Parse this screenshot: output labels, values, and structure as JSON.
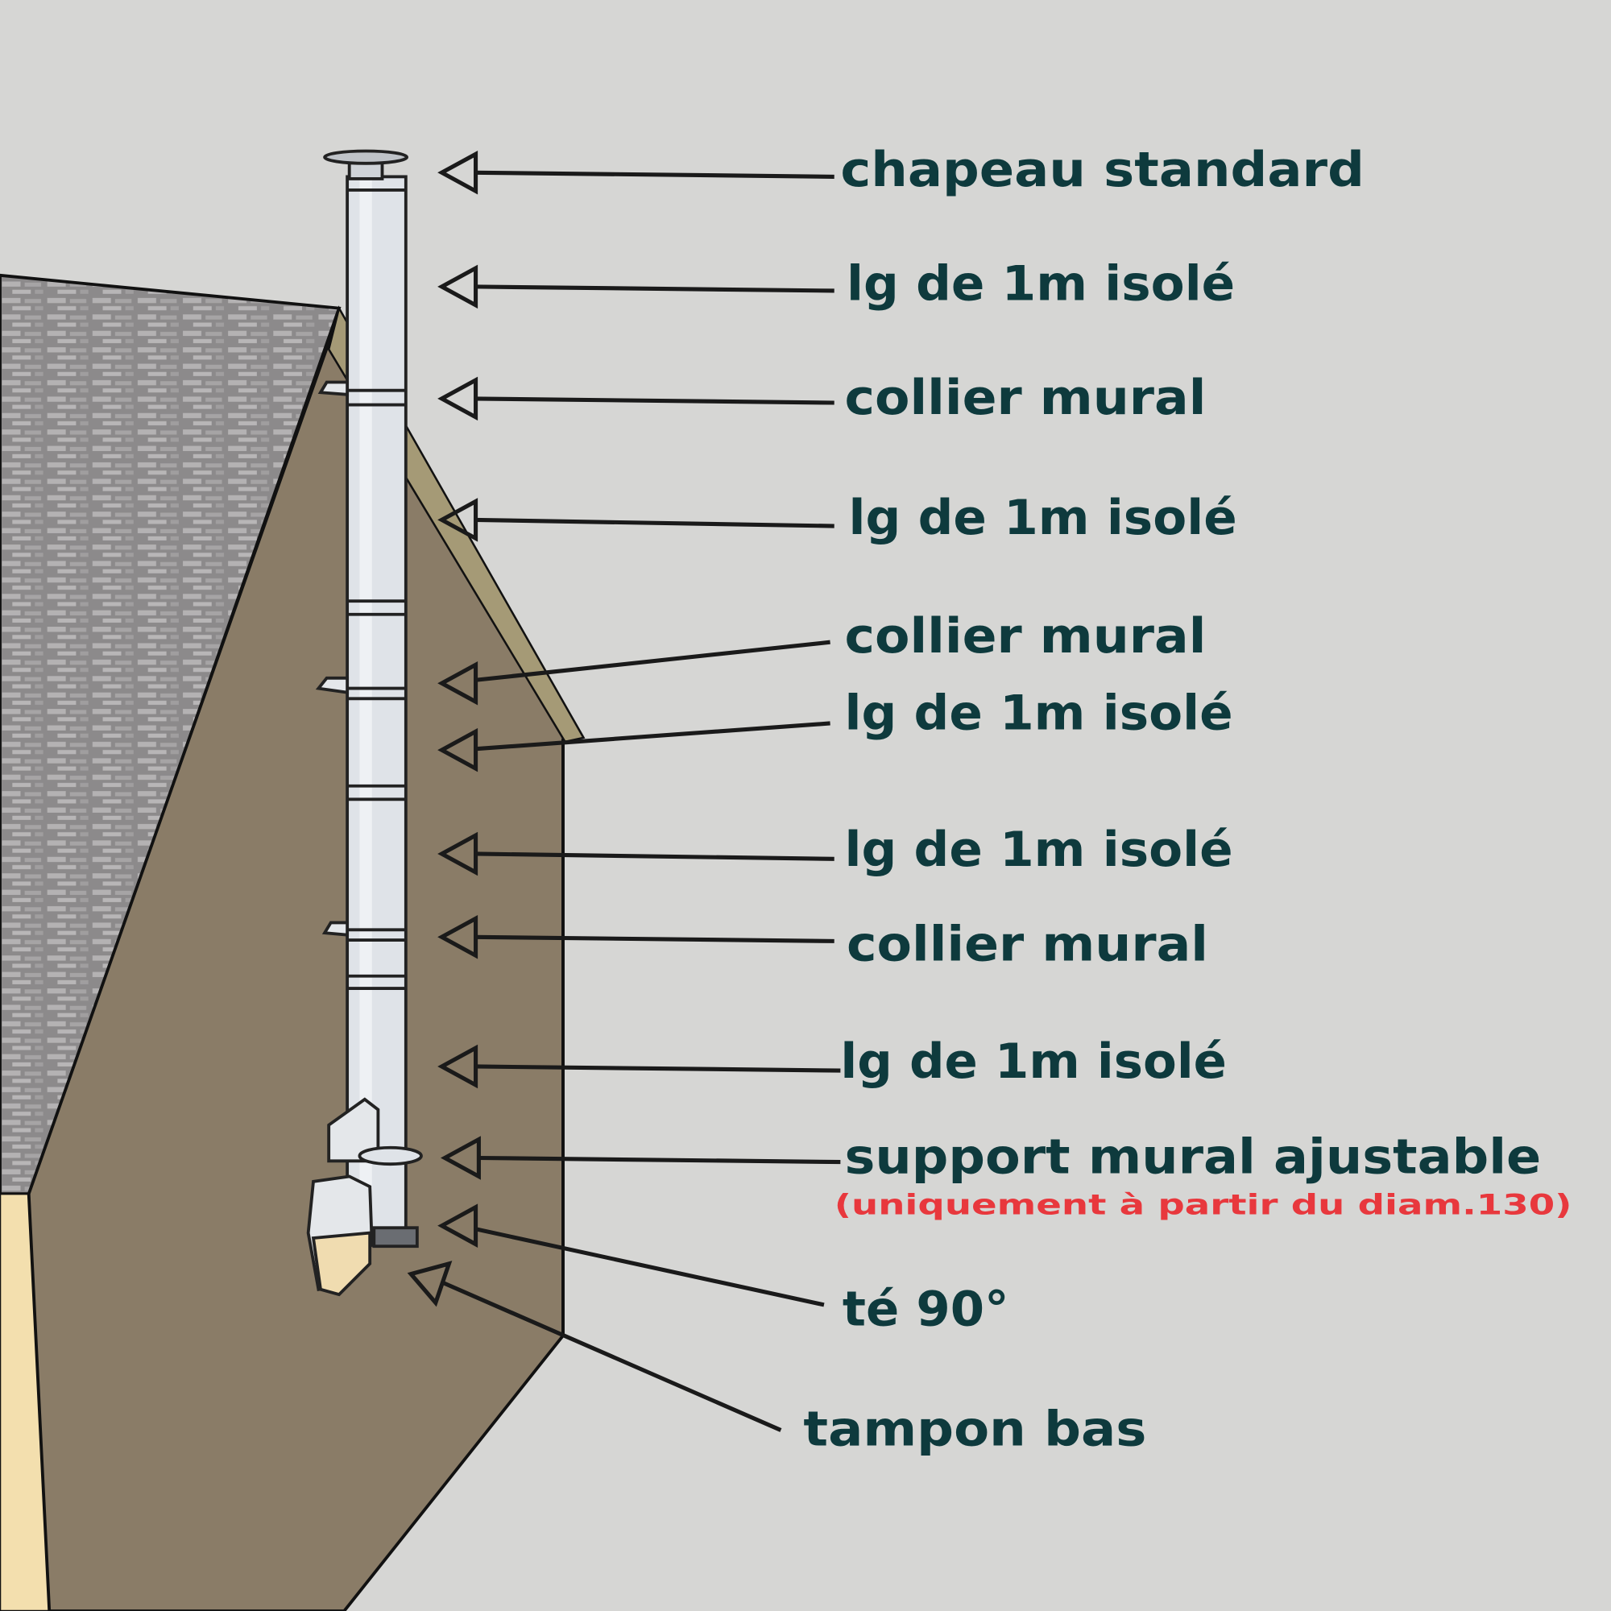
{
  "colors": {
    "background": "#d6d6d4",
    "label_text": "#0e3a3d",
    "note_text": "#e8383d",
    "wall": "#8a7c67",
    "roof_shingle": "#8f8c8c",
    "side_wall": "#f3dfae",
    "pipe": "#dfe3e8"
  },
  "labels": [
    {
      "text": "chapeau standard"
    },
    {
      "text": "lg de 1m isolé"
    },
    {
      "text": "collier mural"
    },
    {
      "text": "lg de 1m isolé"
    },
    {
      "text": "collier mural"
    },
    {
      "text": "lg de 1m isolé"
    },
    {
      "text": "lg de 1m isolé"
    },
    {
      "text": "collier mural"
    },
    {
      "text": "lg de 1m isolé"
    },
    {
      "text": "support mural ajustable"
    },
    {
      "text": "té 90°"
    },
    {
      "text": "tampon bas"
    }
  ],
  "note": "(uniquement à partir du diam.130)"
}
